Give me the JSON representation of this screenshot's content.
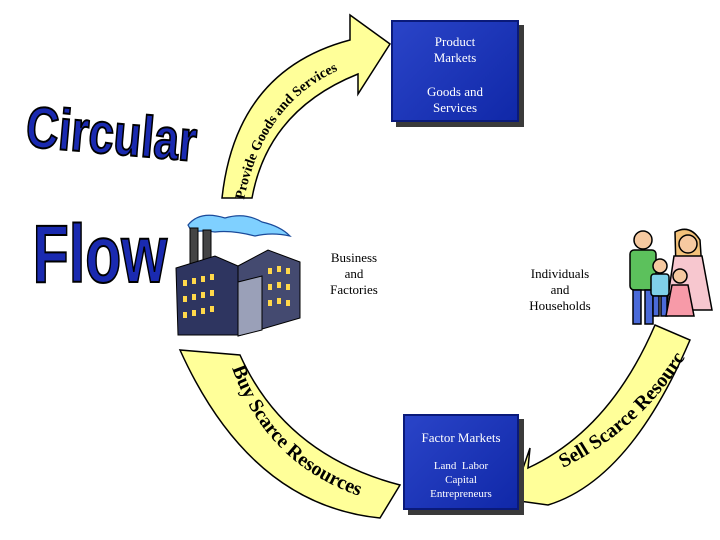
{
  "title": {
    "line1": "Circular",
    "line2": "Flow"
  },
  "product_markets": {
    "title_line1": "Product",
    "title_line2": "Markets",
    "sub_line1": "Goods and",
    "sub_line2": "Services"
  },
  "factor_markets": {
    "title": "Factor Markets",
    "sub_line1": "Land  Labor",
    "sub_line2": "Capital",
    "sub_line3": "Entrepreneurs"
  },
  "business": {
    "line1": "Business",
    "line2": "and",
    "line3": "Factories"
  },
  "households": {
    "line1": "Individuals",
    "line2": "and",
    "line3": "Households"
  },
  "arrows": {
    "top": "Provide Goods and Services",
    "left": "Buy Scarce Resources",
    "right": "Sell Scarce Resources"
  },
  "colors": {
    "arrow_fill": "#ffff99",
    "box_fill": "#1f38b8",
    "title_fill": "#1a2ab0"
  },
  "icons": [
    "factory-icon",
    "family-icon"
  ]
}
